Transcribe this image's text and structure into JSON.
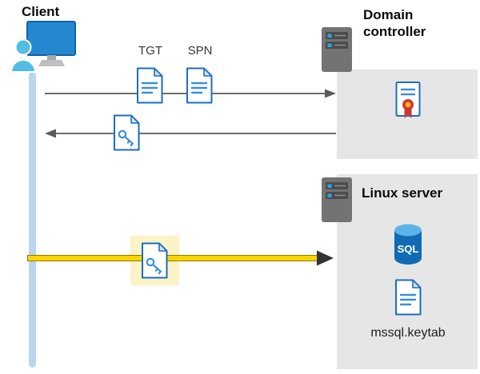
{
  "nodes": {
    "client": {
      "label": "Client"
    },
    "domain_controller": {
      "label": "Domain controller"
    },
    "linux_server": {
      "label": "Linux server"
    }
  },
  "labels": {
    "tgt": "TGT",
    "spn": "SPN",
    "sql": "SQL",
    "keytab": "mssql.keytab"
  },
  "icons": {
    "client": "client-computer-with-user-icon",
    "domain_controller": "server-icon",
    "linux_server": "server-icon",
    "tgt": "document-icon",
    "spn": "document-icon",
    "ticket_return": "key-document-icon",
    "ticket_request": "key-document-icon",
    "certificate": "certificate-icon",
    "database": "sql-database-icon",
    "keytab": "document-icon"
  },
  "colors": {
    "panel_gray": "#e6e6e6",
    "lifeline_blue": "#b9d6f0",
    "document_blue": "#1b6ec2",
    "document_line_blue": "#3b8fd8",
    "document_fold_blue": "#cfe4f8",
    "arrow_gray": "#5a5a5a",
    "highlight_yellow": "#fcf3c6",
    "arrow_yellow": "#ffd400",
    "arrow_yellow_edge": "#8f7a00",
    "arrow_head_dark": "#333333",
    "server_gray": "#737373",
    "server_slot_dark": "#4c4c4c",
    "server_led_blue": "#2aa7e0",
    "sql_body_blue": "#0f6cb4",
    "sql_top_blue": "#5ab4ea",
    "certificate_red": "#d13438",
    "certificate_gold": "#ffb900",
    "person_blue": "#52bde6",
    "monitor_blue": "#2488d0"
  }
}
